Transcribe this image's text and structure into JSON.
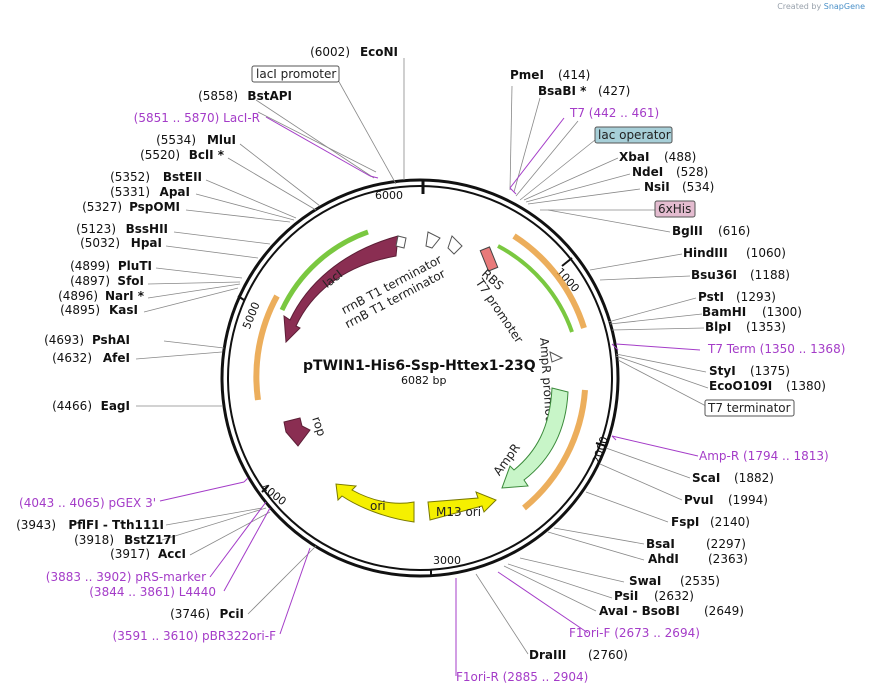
{
  "credit": {
    "prefix": "Created by",
    "brand": "SnapGene"
  },
  "plasmid": {
    "name": "pTWIN1-His6-Ssp-Httex1-23Q",
    "size": "6082 bp"
  },
  "ticks": [
    "1000",
    "2000",
    "3000",
    "4000",
    "5000",
    "6000"
  ],
  "features": {
    "lacI": "lacI",
    "rrnB1": "rrnB T1 terminator",
    "rrnB2": "rrnB T1 terminator",
    "rbs": "RBS",
    "t7promoter": "T7 promoter",
    "ampRpromoter": "AmpR promoter",
    "ampR": "AmpR",
    "rop": "rop",
    "ori": "ori",
    "m13ori": "M13 ori"
  },
  "boxes": {
    "lacIpromoter": "lacI promoter",
    "lacOperator": "lac operator",
    "his6x": "6xHis",
    "t7terminator": "T7 terminator"
  },
  "sites": {
    "EcoNI": {
      "name": "EcoNI",
      "pos": "(6002)"
    },
    "PmeI": {
      "name": "PmeI",
      "pos": "(414)"
    },
    "BsaBI": {
      "name": "BsaBI *",
      "pos": "(427)"
    },
    "BstAPI": {
      "name": "BstAPI",
      "pos": "(5858)"
    },
    "MluI": {
      "name": "MluI",
      "pos": "(5534)"
    },
    "BclI": {
      "name": "BclI *",
      "pos": "(5520)"
    },
    "XbaI": {
      "name": "XbaI",
      "pos": "(488)"
    },
    "NdeI": {
      "name": "NdeI",
      "pos": "(528)"
    },
    "NsiI": {
      "name": "NsiI",
      "pos": "(534)"
    },
    "BstEII": {
      "name": "BstEII",
      "pos": "(5352)"
    },
    "ApaI": {
      "name": "ApaI",
      "pos": "(5331)"
    },
    "PspOMI": {
      "name": "PspOMI",
      "pos": "(5327)"
    },
    "BglII": {
      "name": "BglII",
      "pos": "(616)"
    },
    "BssHII": {
      "name": "BssHII",
      "pos": "(5123)"
    },
    "HpaI": {
      "name": "HpaI",
      "pos": "(5032)"
    },
    "HindIII": {
      "name": "HindIII",
      "pos": "(1060)"
    },
    "Bsu36I": {
      "name": "Bsu36I",
      "pos": "(1188)"
    },
    "PluTI": {
      "name": "PluTI",
      "pos": "(4899)"
    },
    "SfoI": {
      "name": "SfoI",
      "pos": "(4897)"
    },
    "NarI": {
      "name": "NarI *",
      "pos": "(4896)"
    },
    "KasI": {
      "name": "KasI",
      "pos": "(4895)"
    },
    "PstI": {
      "name": "PstI",
      "pos": "(1293)"
    },
    "BamHI": {
      "name": "BamHI",
      "pos": "(1300)"
    },
    "BlpI": {
      "name": "BlpI",
      "pos": "(1353)"
    },
    "PshAI": {
      "name": "PshAI",
      "pos": "(4693)"
    },
    "AfeI": {
      "name": "AfeI",
      "pos": "(4632)"
    },
    "StyI": {
      "name": "StyI",
      "pos": "(1375)"
    },
    "EcoO109I": {
      "name": "EcoO109I",
      "pos": "(1380)"
    },
    "EagI": {
      "name": "EagI",
      "pos": "(4466)"
    },
    "ScaI": {
      "name": "ScaI",
      "pos": "(1882)"
    },
    "PvuI": {
      "name": "PvuI",
      "pos": "(1994)"
    },
    "FspI": {
      "name": "FspI",
      "pos": "(2140)"
    },
    "BsaI": {
      "name": "BsaI",
      "pos": "(2297)"
    },
    "AhdI": {
      "name": "AhdI",
      "pos": "(2363)"
    },
    "SwaI": {
      "name": "SwaI",
      "pos": "(2535)"
    },
    "PsiI": {
      "name": "PsiI",
      "pos": "(2632)"
    },
    "AvaI_BsoBI": {
      "name": "AvaI  -  BsoBI",
      "pos": "(2649)"
    },
    "DraIII": {
      "name": "DraIII",
      "pos": "(2760)"
    },
    "PflFI_Tth111I": {
      "name": "PflFI  -  Tth111I",
      "pos": "(3943)"
    },
    "BstZ17I": {
      "name": "BstZ17I",
      "pos": "(3918)"
    },
    "AccI": {
      "name": "AccI",
      "pos": "(3917)"
    },
    "PciI": {
      "name": "PciI",
      "pos": "(3746)"
    }
  },
  "primers": {
    "LacIR": "(5851 .. 5870)  LacI-R",
    "T7": "T7    (442 .. 461)",
    "T7Term": "T7 Term    (1350 .. 1368)",
    "AmpR": "Amp-R    (1794 .. 1813)",
    "pGEX3": "(4043 .. 4065)  pGEX 3'",
    "pRSmarker": "(3883 .. 3902)  pRS-marker",
    "L4440": "(3844 .. 3861)  L4440",
    "pBR322ori": "(3591 .. 3610)  pBR322ori-F",
    "F1oriF": "F1ori-F    (2673 .. 2694)",
    "F1oriR": "F1ori-R    (2885 .. 2904)"
  },
  "colors": {
    "backbone": "#111111",
    "lacI": "#8a2e52",
    "rop": "#8a2e52",
    "ampR": "#c8f5c8",
    "ori": "#f5f000",
    "primer": "#a43cc8",
    "orange_arc": "#e9a040",
    "green_arc": "#7ac840",
    "lacOperatorBox": "#a7cfd8",
    "hisBox": "#e4bcd0"
  }
}
